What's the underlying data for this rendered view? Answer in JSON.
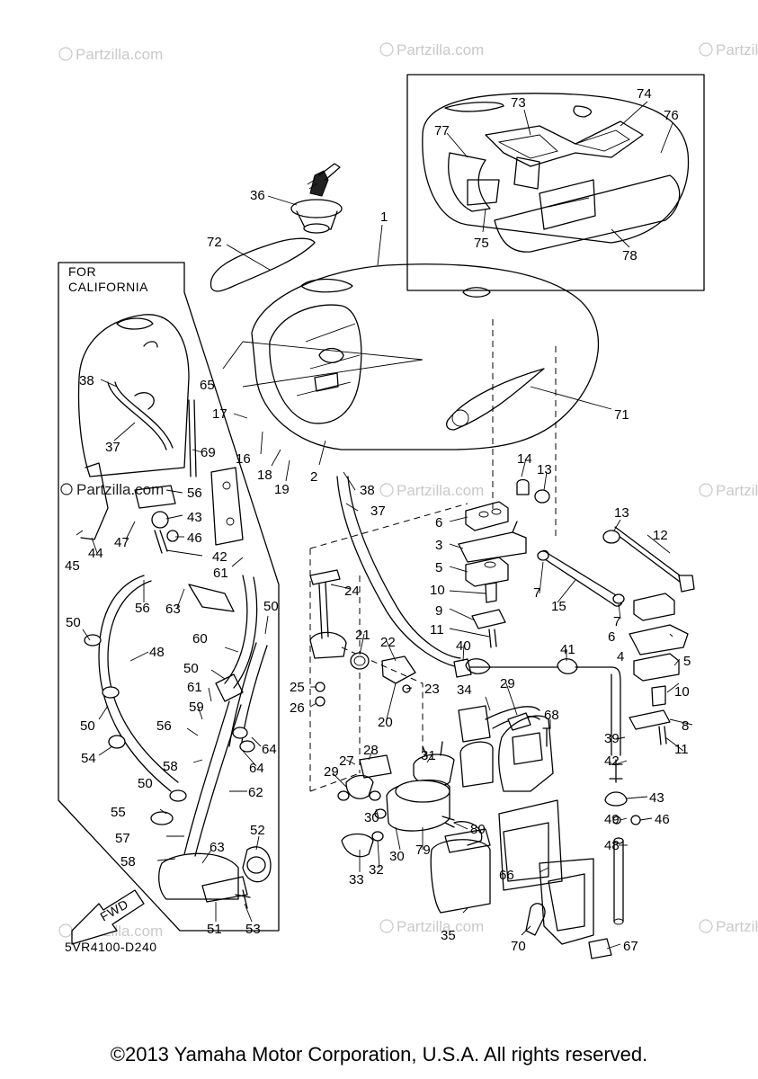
{
  "watermark": "Partzilla.com",
  "diagram_code": "5VR4100-D240",
  "california_note": [
    "FOR",
    "CALIFORNIA"
  ],
  "fwd_label": "FWD",
  "copyright": "©2013 Yamaha Motor Corporation, U.S.A. All rights reserved.",
  "callouts": [
    "1",
    "2",
    "3",
    "4",
    "5",
    "5",
    "6",
    "6",
    "7",
    "7",
    "8",
    "9",
    "10",
    "10",
    "11",
    "11",
    "12",
    "13",
    "13",
    "14",
    "15",
    "16",
    "17",
    "18",
    "19",
    "20",
    "21",
    "22",
    "23",
    "24",
    "25",
    "26",
    "27",
    "28",
    "29",
    "29",
    "30",
    "30",
    "31",
    "32",
    "33",
    "34",
    "35",
    "36",
    "37",
    "37",
    "38",
    "38",
    "39",
    "40",
    "41",
    "42",
    "42",
    "43",
    "43",
    "44",
    "45",
    "46",
    "46",
    "47",
    "48",
    "48",
    "49",
    "50",
    "50",
    "50",
    "50",
    "50",
    "51",
    "52",
    "53",
    "54",
    "55",
    "56",
    "56",
    "56",
    "57",
    "58",
    "58",
    "59",
    "60",
    "61",
    "61",
    "62",
    "63",
    "63",
    "64",
    "64",
    "65",
    "66",
    "67",
    "68",
    "69",
    "70",
    "71",
    "72",
    "73",
    "74",
    "75",
    "76",
    "77",
    "78",
    "79",
    "80"
  ]
}
